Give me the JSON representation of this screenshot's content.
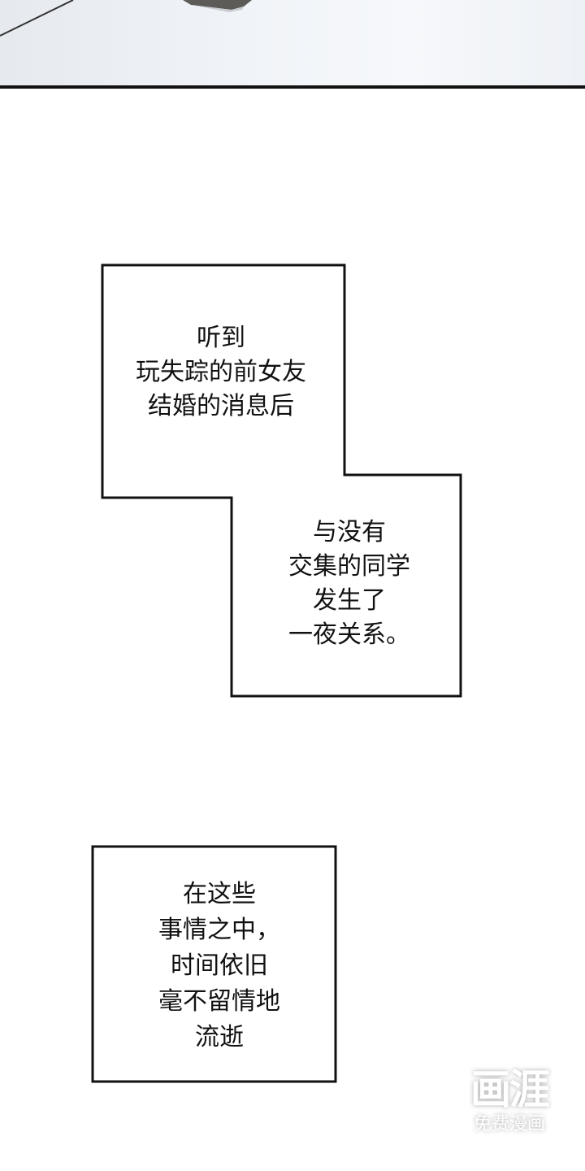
{
  "caption_box_1": {
    "lines": [
      "听到",
      "玩失踪的前女友",
      "结婚的消息后"
    ]
  },
  "caption_box_2": {
    "lines": [
      "与没有",
      "交集的同学",
      "发生了",
      "一夜关系。"
    ]
  },
  "caption_box_3": {
    "lines": [
      "在这些",
      "事情之中，",
      "时间依旧",
      "毫不留情地",
      "流逝"
    ]
  },
  "watermark": {
    "logo": "画涯",
    "subtitle": "免费漫画"
  }
}
